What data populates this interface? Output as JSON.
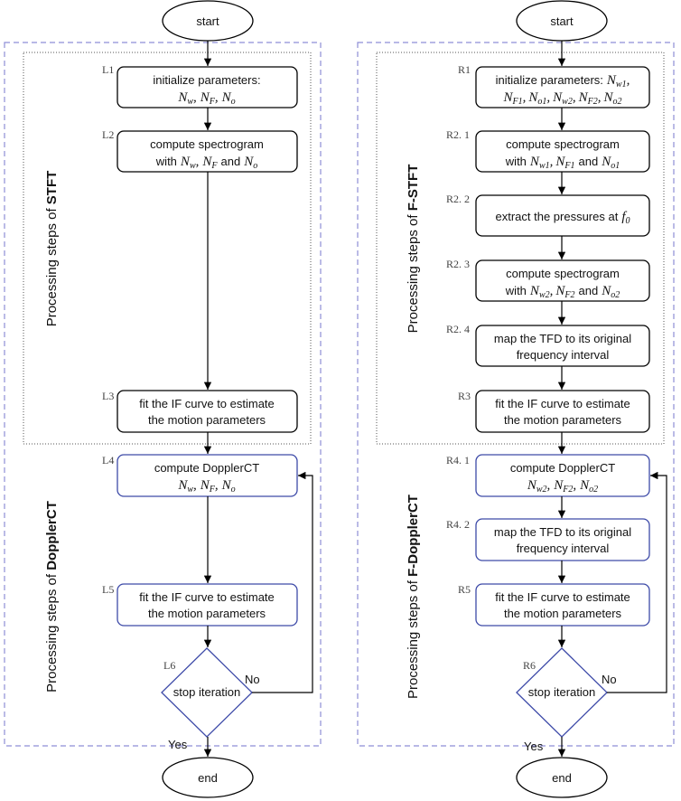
{
  "colors": {
    "black": "#000000",
    "blue": "#3d4aa8",
    "dashed_blue": "#8e8ed6",
    "dotted": "#555555"
  },
  "left": {
    "start": "start",
    "end": "end",
    "section_stft": {
      "prefix": "Processing steps of ",
      "bold": "STFT"
    },
    "section_dct": {
      "prefix": "Processing steps of ",
      "bold": "DopplerCT"
    },
    "steps": {
      "L1": {
        "label": "L1",
        "line1": "initialize parameters:"
      },
      "L2": {
        "label": "L2",
        "line1": "compute spectrogram"
      },
      "L3": {
        "label": "L3",
        "line1": "fit the IF curve to estimate",
        "line2": "the motion parameters"
      },
      "L4": {
        "label": "L4",
        "line1": "compute DopplerCT"
      },
      "L5": {
        "label": "L5",
        "line1": "fit the IF curve to estimate",
        "line2": "the motion parameters"
      },
      "L6": {
        "label": "L6",
        "text": "stop iteration"
      }
    },
    "yes": "Yes",
    "no": "No"
  },
  "right": {
    "start": "start",
    "end": "end",
    "section_stft": {
      "prefix": "Processing steps of ",
      "bold": "F-STFT"
    },
    "section_dct": {
      "prefix": "Processing steps of ",
      "bold": "F-DopplerCT"
    },
    "steps": {
      "R1": {
        "label": "R1",
        "line1": "initialize parameters:"
      },
      "R2_1": {
        "label": "R2. 1",
        "line1": "compute spectrogram"
      },
      "R2_2": {
        "label": "R2. 2",
        "line1": "extract the pressures at"
      },
      "R2_3": {
        "label": "R2. 3",
        "line1": "compute spectrogram"
      },
      "R2_4": {
        "label": "R2. 4",
        "line1": "map the TFD to its original",
        "line2": "frequency interval"
      },
      "R3": {
        "label": "R3",
        "line1": "fit the IF curve to estimate",
        "line2": "the motion parameters"
      },
      "R4_1": {
        "label": "R4. 1",
        "line1": "compute DopplerCT"
      },
      "R4_2": {
        "label": "R4. 2",
        "line1": "map the TFD to its original",
        "line2": "frequency interval"
      },
      "R5": {
        "label": "R5",
        "line1": "fit the IF curve to estimate",
        "line2": "the motion parameters"
      },
      "R6": {
        "label": "R6",
        "text": "stop iteration"
      }
    },
    "yes": "Yes",
    "no": "No"
  },
  "math": {
    "with": "with",
    "and": "and",
    "comma": ",",
    "N": "N",
    "f": "f",
    "w": "w",
    "F": "F",
    "o": "o",
    "w1": "w1",
    "F1": "F1",
    "o1": "o1",
    "w2": "w2",
    "F2": "F2",
    "o2": "o2",
    "zero": "0"
  }
}
